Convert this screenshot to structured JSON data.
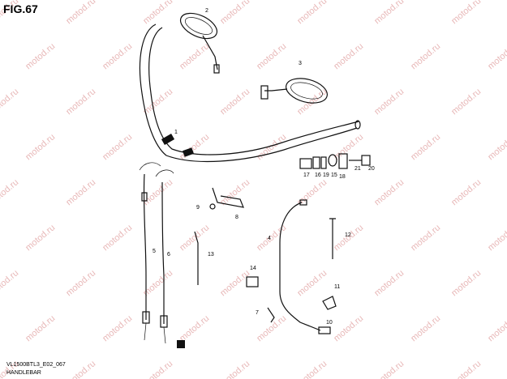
{
  "figure": {
    "title": "FIG.67"
  },
  "caption": {
    "code": "VL1500BTL3_E02_067",
    "name": "HANDLEBAR"
  },
  "watermark": {
    "text": "motod.ru"
  },
  "callouts": [
    "1",
    "2",
    "3",
    "4",
    "5",
    "6",
    "7",
    "8",
    "9",
    "10",
    "11",
    "12",
    "13",
    "14",
    "15",
    "16",
    "17",
    "18",
    "19",
    "20",
    "21"
  ],
  "colors": {
    "line": "#111111",
    "watermark": "#e8b8b8",
    "background": "#ffffff"
  }
}
